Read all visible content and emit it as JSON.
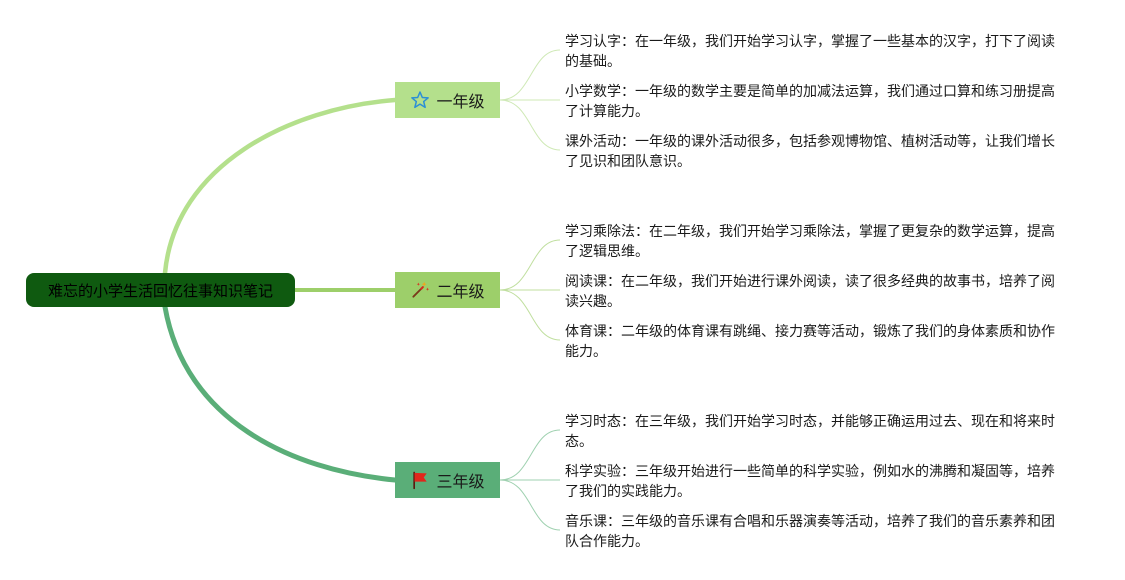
{
  "root": {
    "label": "难忘的小学生活回忆往事知识笔记",
    "color": "#0f5a10"
  },
  "branches": [
    {
      "label": "一年级",
      "icon": "star-icon",
      "color": "#b4e08c",
      "leaves": [
        "学习认字：在一年级，我们开始学习认字，掌握了一些基本的汉字，打下了阅读的基础。",
        "小学数学：一年级的数学主要是简单的加减法运算，我们通过口算和练习册提高了计算能力。",
        "课外活动：一年级的课外活动很多，包括参观博物馆、植树活动等，让我们增长了见识和团队意识。"
      ]
    },
    {
      "label": "二年级",
      "icon": "magic-wand-icon",
      "color": "#9dcf6a",
      "leaves": [
        "学习乘除法：在二年级，我们开始学习乘除法，掌握了更复杂的数学运算，提高了逻辑思维。",
        "阅读课：在二年级，我们开始进行课外阅读，读了很多经典的故事书，培养了阅读兴趣。",
        "体育课：二年级的体育课有跳绳、接力赛等活动，锻炼了我们的身体素质和协作能力。"
      ]
    },
    {
      "label": "三年级",
      "icon": "red-flag-icon",
      "color": "#5aae78",
      "leaves": [
        "学习时态：在三年级，我们开始学习时态，并能够正确运用过去、现在和将来时态。",
        "科学实验：三年级开始进行一些简单的科学实验，例如水的沸腾和凝固等，培养了我们的实践能力。",
        "音乐课：三年级的音乐课有合唱和乐器演奏等活动，培养了我们的音乐素养和团队合作能力。"
      ]
    }
  ]
}
